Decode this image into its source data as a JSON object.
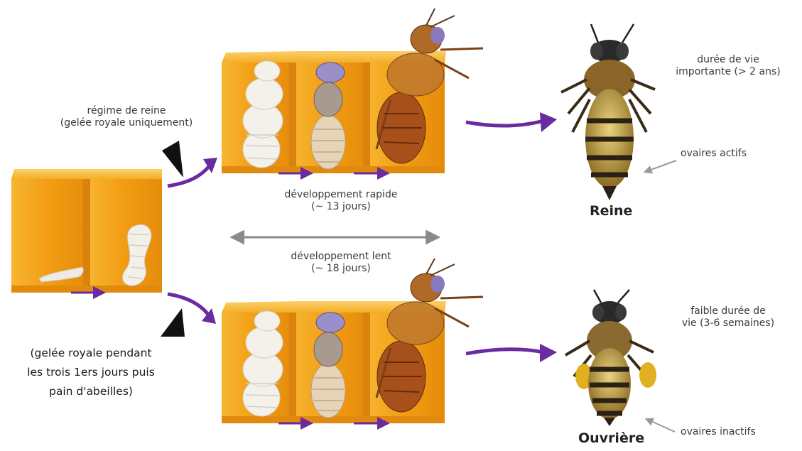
{
  "queen_path": {
    "diet": [
      "régime de reine",
      "(gelée royale uniquement)"
    ],
    "development": [
      "développement rapide",
      "(~ 13 jours)"
    ],
    "caste": "Reine",
    "lifespan": [
      "durée de vie",
      "importante (> 2 ans)"
    ],
    "ovaries": "ovaires actifs"
  },
  "worker_path": {
    "diet": [
      "(gelée royale pendant",
      "les trois 1ers jours puis",
      "pain d'abeilles)"
    ],
    "development": [
      "développement lent",
      "(~ 18 jours)"
    ],
    "caste": "Ouvrière",
    "lifespan": [
      "faible durée de",
      "vie (3-6 semaines)"
    ],
    "ovaries": "ovaires inactifs"
  },
  "colors": {
    "comb": "#f5a91c",
    "comb_dark": "#d9820c",
    "arrow": "#6a2aa0",
    "gray_arrow": "#8a8a8a"
  }
}
